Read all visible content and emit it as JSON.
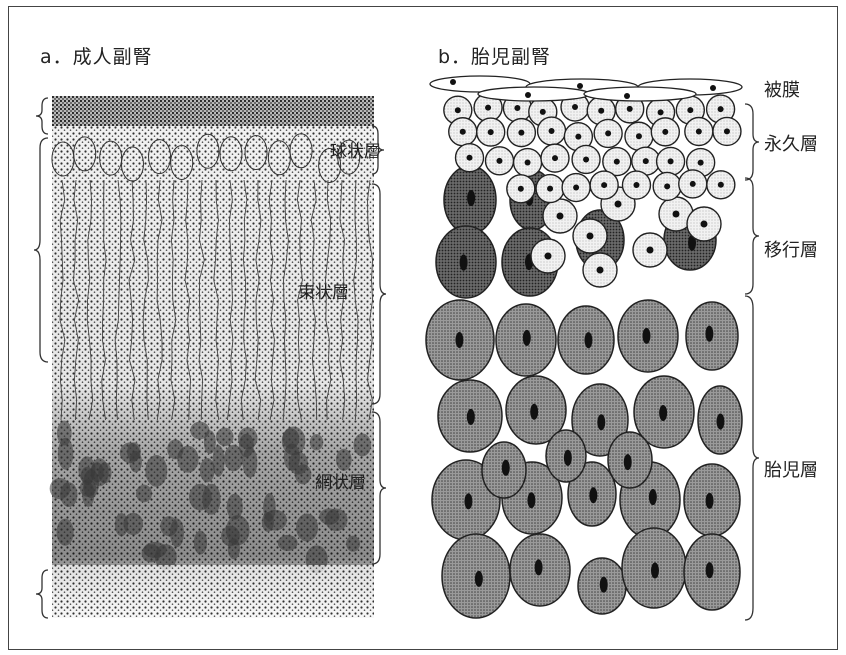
{
  "panel_a": {
    "title": "a．成人副腎",
    "layer_labels": [
      "球状層",
      "束状層",
      "網状層"
    ]
  },
  "panel_b": {
    "title": "b．胎児副腎",
    "labels": {
      "capsule": "被膜",
      "definitive_zone": "永久層",
      "transitional_zone": "移行層",
      "fetal_zone": "胎児層"
    }
  }
}
